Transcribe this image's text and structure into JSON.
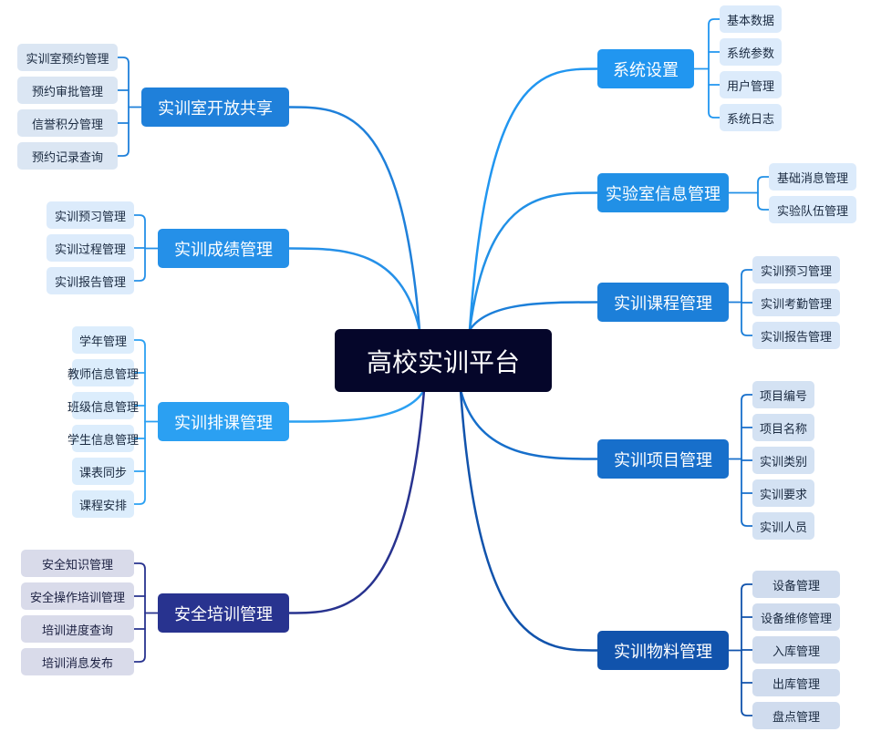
{
  "root": {
    "label": "高校实训平台"
  },
  "branches": [
    {
      "label": "系统设置",
      "side": "right",
      "color": "#2196f0",
      "leafColor": "#dcebfb",
      "leafText": "#1a2a40",
      "children": [
        "基本数据",
        "系统参数",
        "用户管理",
        "系统日志"
      ]
    },
    {
      "label": "实验室信息管理",
      "side": "right",
      "color": "#2190e6",
      "leafColor": "#dcebfb",
      "leafText": "#1a2a40",
      "children": [
        "基础消息管理",
        "实验队伍管理"
      ]
    },
    {
      "label": "实训课程管理",
      "side": "right",
      "color": "#1c7fd9",
      "leafColor": "#d8e6f7",
      "leafText": "#1a2a40",
      "children": [
        "实训预习管理",
        "实训考勤管理",
        "实训报告管理"
      ]
    },
    {
      "label": "实训项目管理",
      "side": "right",
      "color": "#176fcb",
      "leafColor": "#d4e2f3",
      "leafText": "#1a2a40",
      "children": [
        "项目编号",
        "项目名称",
        "实训类别",
        "实训要求",
        "实训人员"
      ]
    },
    {
      "label": "实训物料管理",
      "side": "right",
      "color": "#1153ac",
      "leafColor": "#d0dcee",
      "leafText": "#1a2a40",
      "children": [
        "设备管理",
        "设备维修管理",
        "入库管理",
        "出库管理",
        "盘点管理"
      ]
    },
    {
      "label": "实训室开放共享",
      "side": "left",
      "color": "#1f80da",
      "leafColor": "#dbe6f3",
      "leafText": "#1a2a40",
      "children": [
        "实训室预约管理",
        "预约审批管理",
        "信誉积分管理",
        "预约记录查询"
      ]
    },
    {
      "label": "实训成绩管理",
      "side": "left",
      "color": "#2590e8",
      "leafColor": "#dcebfb",
      "leafText": "#1a2a40",
      "children": [
        "实训预习管理",
        "实训过程管理",
        "实训报告管理"
      ]
    },
    {
      "label": "实训排课管理",
      "side": "left",
      "color": "#2ba0f2",
      "leafColor": "#dcedfc",
      "leafText": "#1a2a40",
      "children": [
        "学年管理",
        "教师信息管理",
        "班级信息管理",
        "学生信息管理",
        "课表同步",
        "课程安排"
      ]
    },
    {
      "label": "安全培训管理",
      "side": "left",
      "color": "#28338f",
      "leafColor": "#d9dbea",
      "leafText": "#1a1f40",
      "children": [
        "安全知识管理",
        "安全操作培训管理",
        "培训进度查询",
        "培训消息发布"
      ]
    }
  ]
}
